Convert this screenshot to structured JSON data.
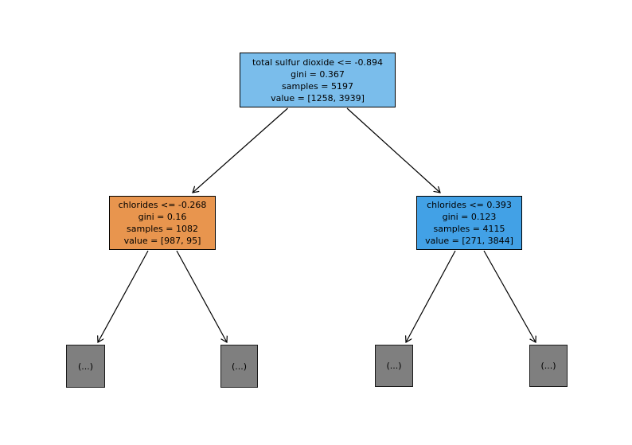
{
  "figure": {
    "background": "#ffffff",
    "edge_color": "#000000"
  },
  "tree": {
    "nodes": {
      "root": {
        "lines": [
          "total sulfur dioxide <= -0.894",
          "gini = 0.367",
          "samples = 5197",
          "value = [1258, 3939]"
        ],
        "fill": "#7abdeb"
      },
      "left": {
        "lines": [
          "chlorides <= -0.268",
          "gini = 0.16",
          "samples = 1082",
          "value = [987, 95]"
        ],
        "fill": "#e8954e"
      },
      "right": {
        "lines": [
          "chlorides <= 0.393",
          "gini = 0.123",
          "samples = 4115",
          "value = [271, 3844]"
        ],
        "fill": "#42a1e6"
      }
    },
    "leaves": [
      {
        "label": "(...)",
        "fill": "#7f7f7f"
      },
      {
        "label": "(...)",
        "fill": "#7f7f7f"
      },
      {
        "label": "(...)",
        "fill": "#7f7f7f"
      },
      {
        "label": "(...)",
        "fill": "#7f7f7f"
      }
    ]
  }
}
